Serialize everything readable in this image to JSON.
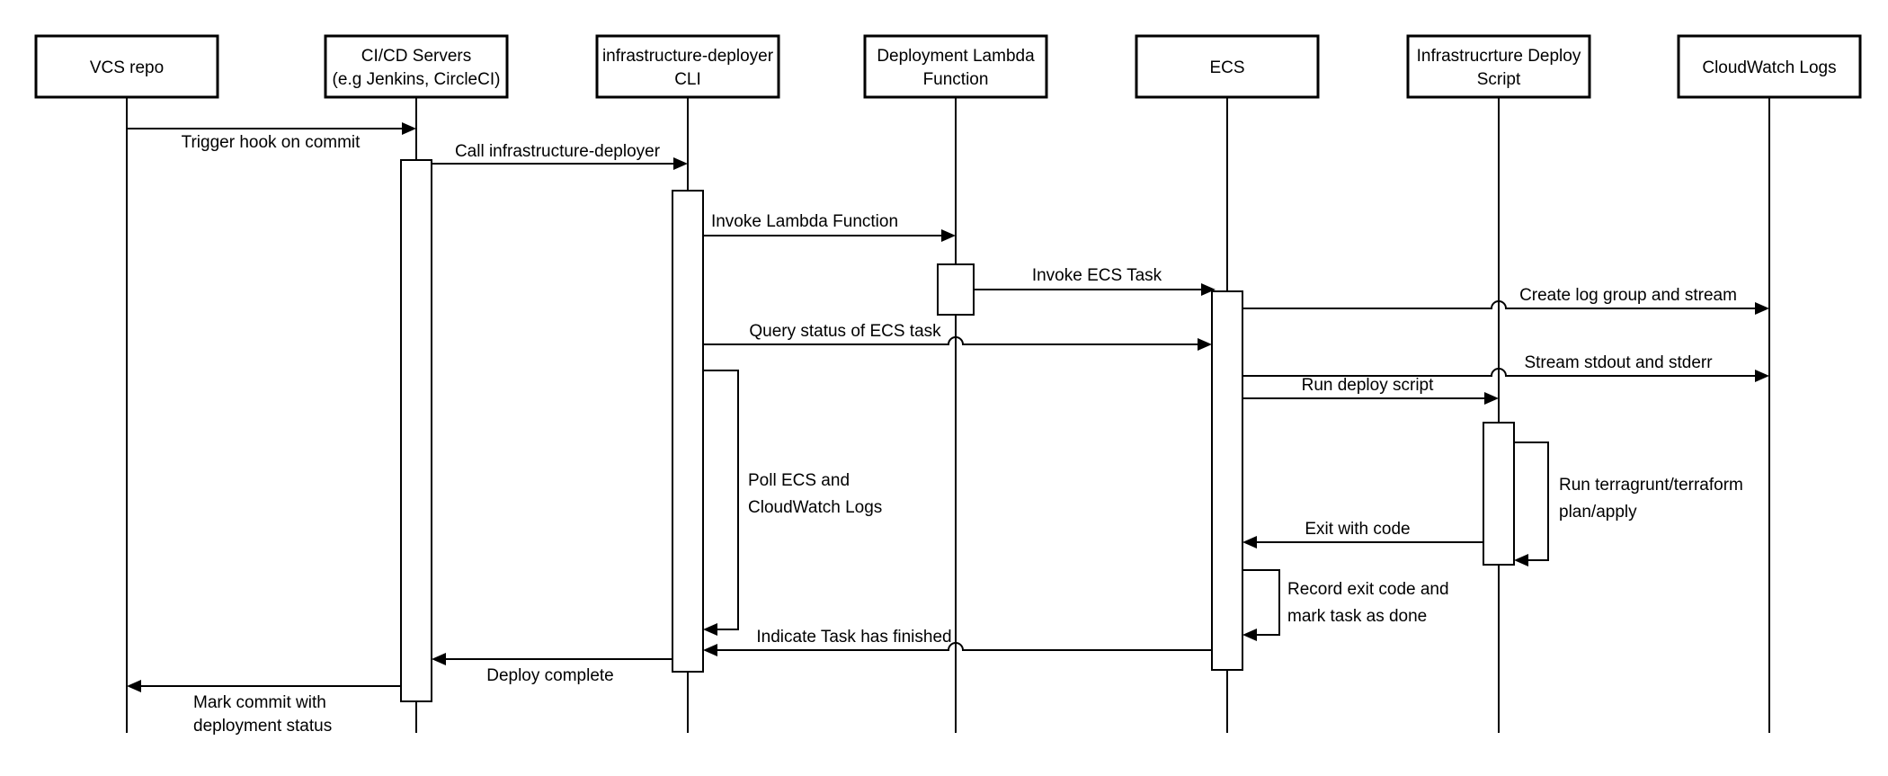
{
  "diagram_type": "uml-sequence",
  "colors": {
    "background": "#ffffff",
    "line": "#000000",
    "text": "#000000"
  },
  "actors": [
    {
      "id": "vcs",
      "line1": "VCS repo",
      "line2": ""
    },
    {
      "id": "cicd",
      "line1": "CI/CD Servers",
      "line2": "(e.g Jenkins, CircleCI)"
    },
    {
      "id": "cli",
      "line1": "infrastructure-deployer",
      "line2": "CLI"
    },
    {
      "id": "lambda",
      "line1": "Deployment Lambda",
      "line2": "Function"
    },
    {
      "id": "ecs",
      "line1": "ECS",
      "line2": ""
    },
    {
      "id": "deploy",
      "line1": "Infrastrucrture Deploy",
      "line2": "Script"
    },
    {
      "id": "cloudwatch",
      "line1": "CloudWatch Logs",
      "line2": ""
    }
  ],
  "messages": [
    {
      "from": "vcs",
      "to": "cicd",
      "label": "Trigger hook on commit"
    },
    {
      "from": "cicd",
      "to": "cli",
      "label": "Call infrastructure-deployer"
    },
    {
      "from": "cli",
      "to": "lambda",
      "label": "Invoke Lambda Function"
    },
    {
      "from": "lambda",
      "to": "ecs",
      "label": "Invoke ECS Task"
    },
    {
      "from": "ecs",
      "to": "cloudwatch",
      "label": "Create log group and stream"
    },
    {
      "from": "cli",
      "to": "ecs",
      "label": "Query status of ECS task"
    },
    {
      "from": "ecs",
      "to": "cloudwatch",
      "label": "Stream stdout and stderr"
    },
    {
      "from": "ecs",
      "to": "deploy",
      "label": "Run deploy script"
    },
    {
      "from": "deploy",
      "to": "deploy",
      "label": "Run terragrunt/terraform",
      "label2": "plan/apply"
    },
    {
      "from": "deploy",
      "to": "ecs",
      "label": "Exit with code"
    },
    {
      "from": "ecs",
      "to": "ecs",
      "label": "Record exit code and",
      "label2": "mark task as done"
    },
    {
      "from": "cli",
      "to": "cli",
      "label": "Poll ECS and",
      "label2": "CloudWatch Logs"
    },
    {
      "from": "ecs",
      "to": "cli",
      "label": "Indicate Task has finished"
    },
    {
      "from": "cli",
      "to": "cicd",
      "label": "Deploy complete"
    },
    {
      "from": "cicd",
      "to": "vcs",
      "label": "Mark commit with",
      "label2": "deployment status"
    }
  ]
}
